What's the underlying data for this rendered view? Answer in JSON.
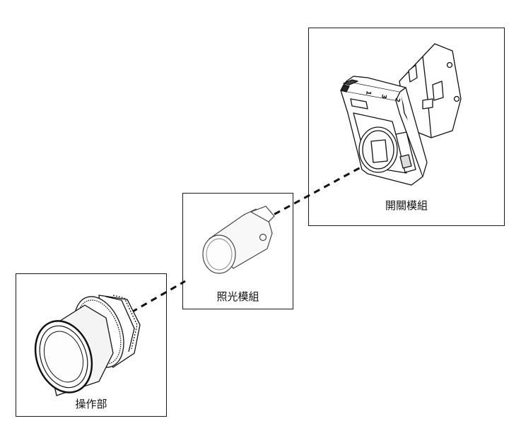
{
  "components": {
    "switch_module": {
      "label": "開關模組",
      "marks": [
        "1",
        "3",
        "2"
      ]
    },
    "light_module": {
      "label": "照光模組"
    },
    "operator": {
      "label": "操作部"
    }
  },
  "colors": {
    "line": "#111111",
    "shade": "#e6e6e6"
  }
}
